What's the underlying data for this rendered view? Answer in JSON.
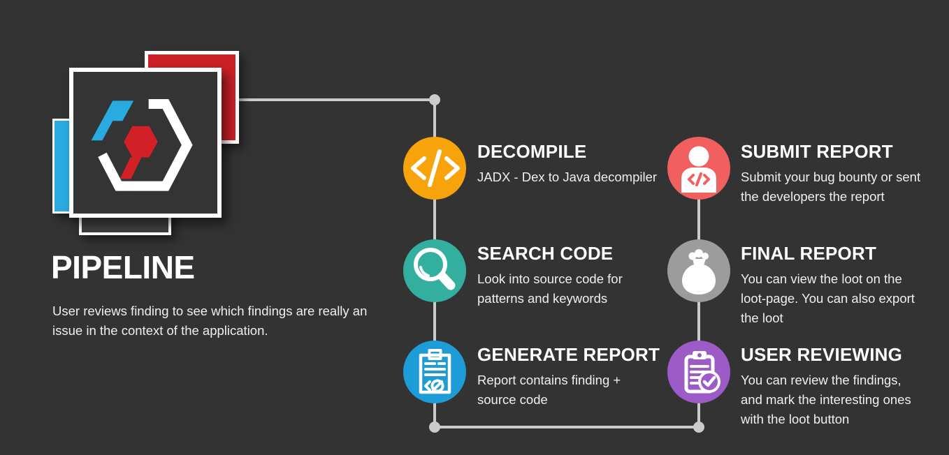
{
  "page": {
    "background": "#333333",
    "connector_color": "#CBCBCB",
    "text_color": "#FFFFFF"
  },
  "header": {
    "title": "PIPELINE",
    "subtitle_lines": [
      "User reviews finding to see which findings are really an",
      "issue in the context of the application."
    ]
  },
  "logo": {
    "name": "jadx-logo",
    "colors": {
      "red_square": "#CB2127",
      "blue_square": "#29ABE2",
      "dark_square": "#3E3E3E",
      "main_square": "#343434",
      "hex_white": "#FFFFFF",
      "hex_blue": "#29ABE2",
      "hex_red": "#D22027"
    }
  },
  "steps": {
    "left": [
      {
        "title": "DECOMPILE",
        "desc_lines": [
          "JADX - Dex to Java decompiler"
        ],
        "color": "#F7A30B",
        "icon": "code-icon"
      },
      {
        "title": "SEARCH CODE",
        "desc_lines": [
          "Look into source code for",
          "patterns and keywords"
        ],
        "color": "#33AFA0",
        "icon": "search-icon"
      },
      {
        "title": "GENERATE REPORT",
        "desc_lines": [
          "Report contains finding +",
          "source code"
        ],
        "color": "#1E9CD7",
        "icon": "report-code-icon"
      }
    ],
    "right": [
      {
        "title": "SUBMIT REPORT",
        "desc_lines": [
          "Submit your bug bounty or sent",
          "the developers the report"
        ],
        "color": "#F15F5F",
        "icon": "person-code-icon"
      },
      {
        "title": "FINAL REPORT",
        "desc_lines": [
          "You can view the loot on the",
          "loot-page. You can also export",
          "the loot"
        ],
        "color": "#9C9C9C",
        "icon": "money-bag-icon"
      },
      {
        "title": "USER REVIEWING",
        "desc_lines": [
          "You can review the findings,",
          "and mark the interesting ones",
          "with the loot button"
        ],
        "color": "#9C5BC7",
        "icon": "clipboard-check-icon"
      }
    ]
  }
}
